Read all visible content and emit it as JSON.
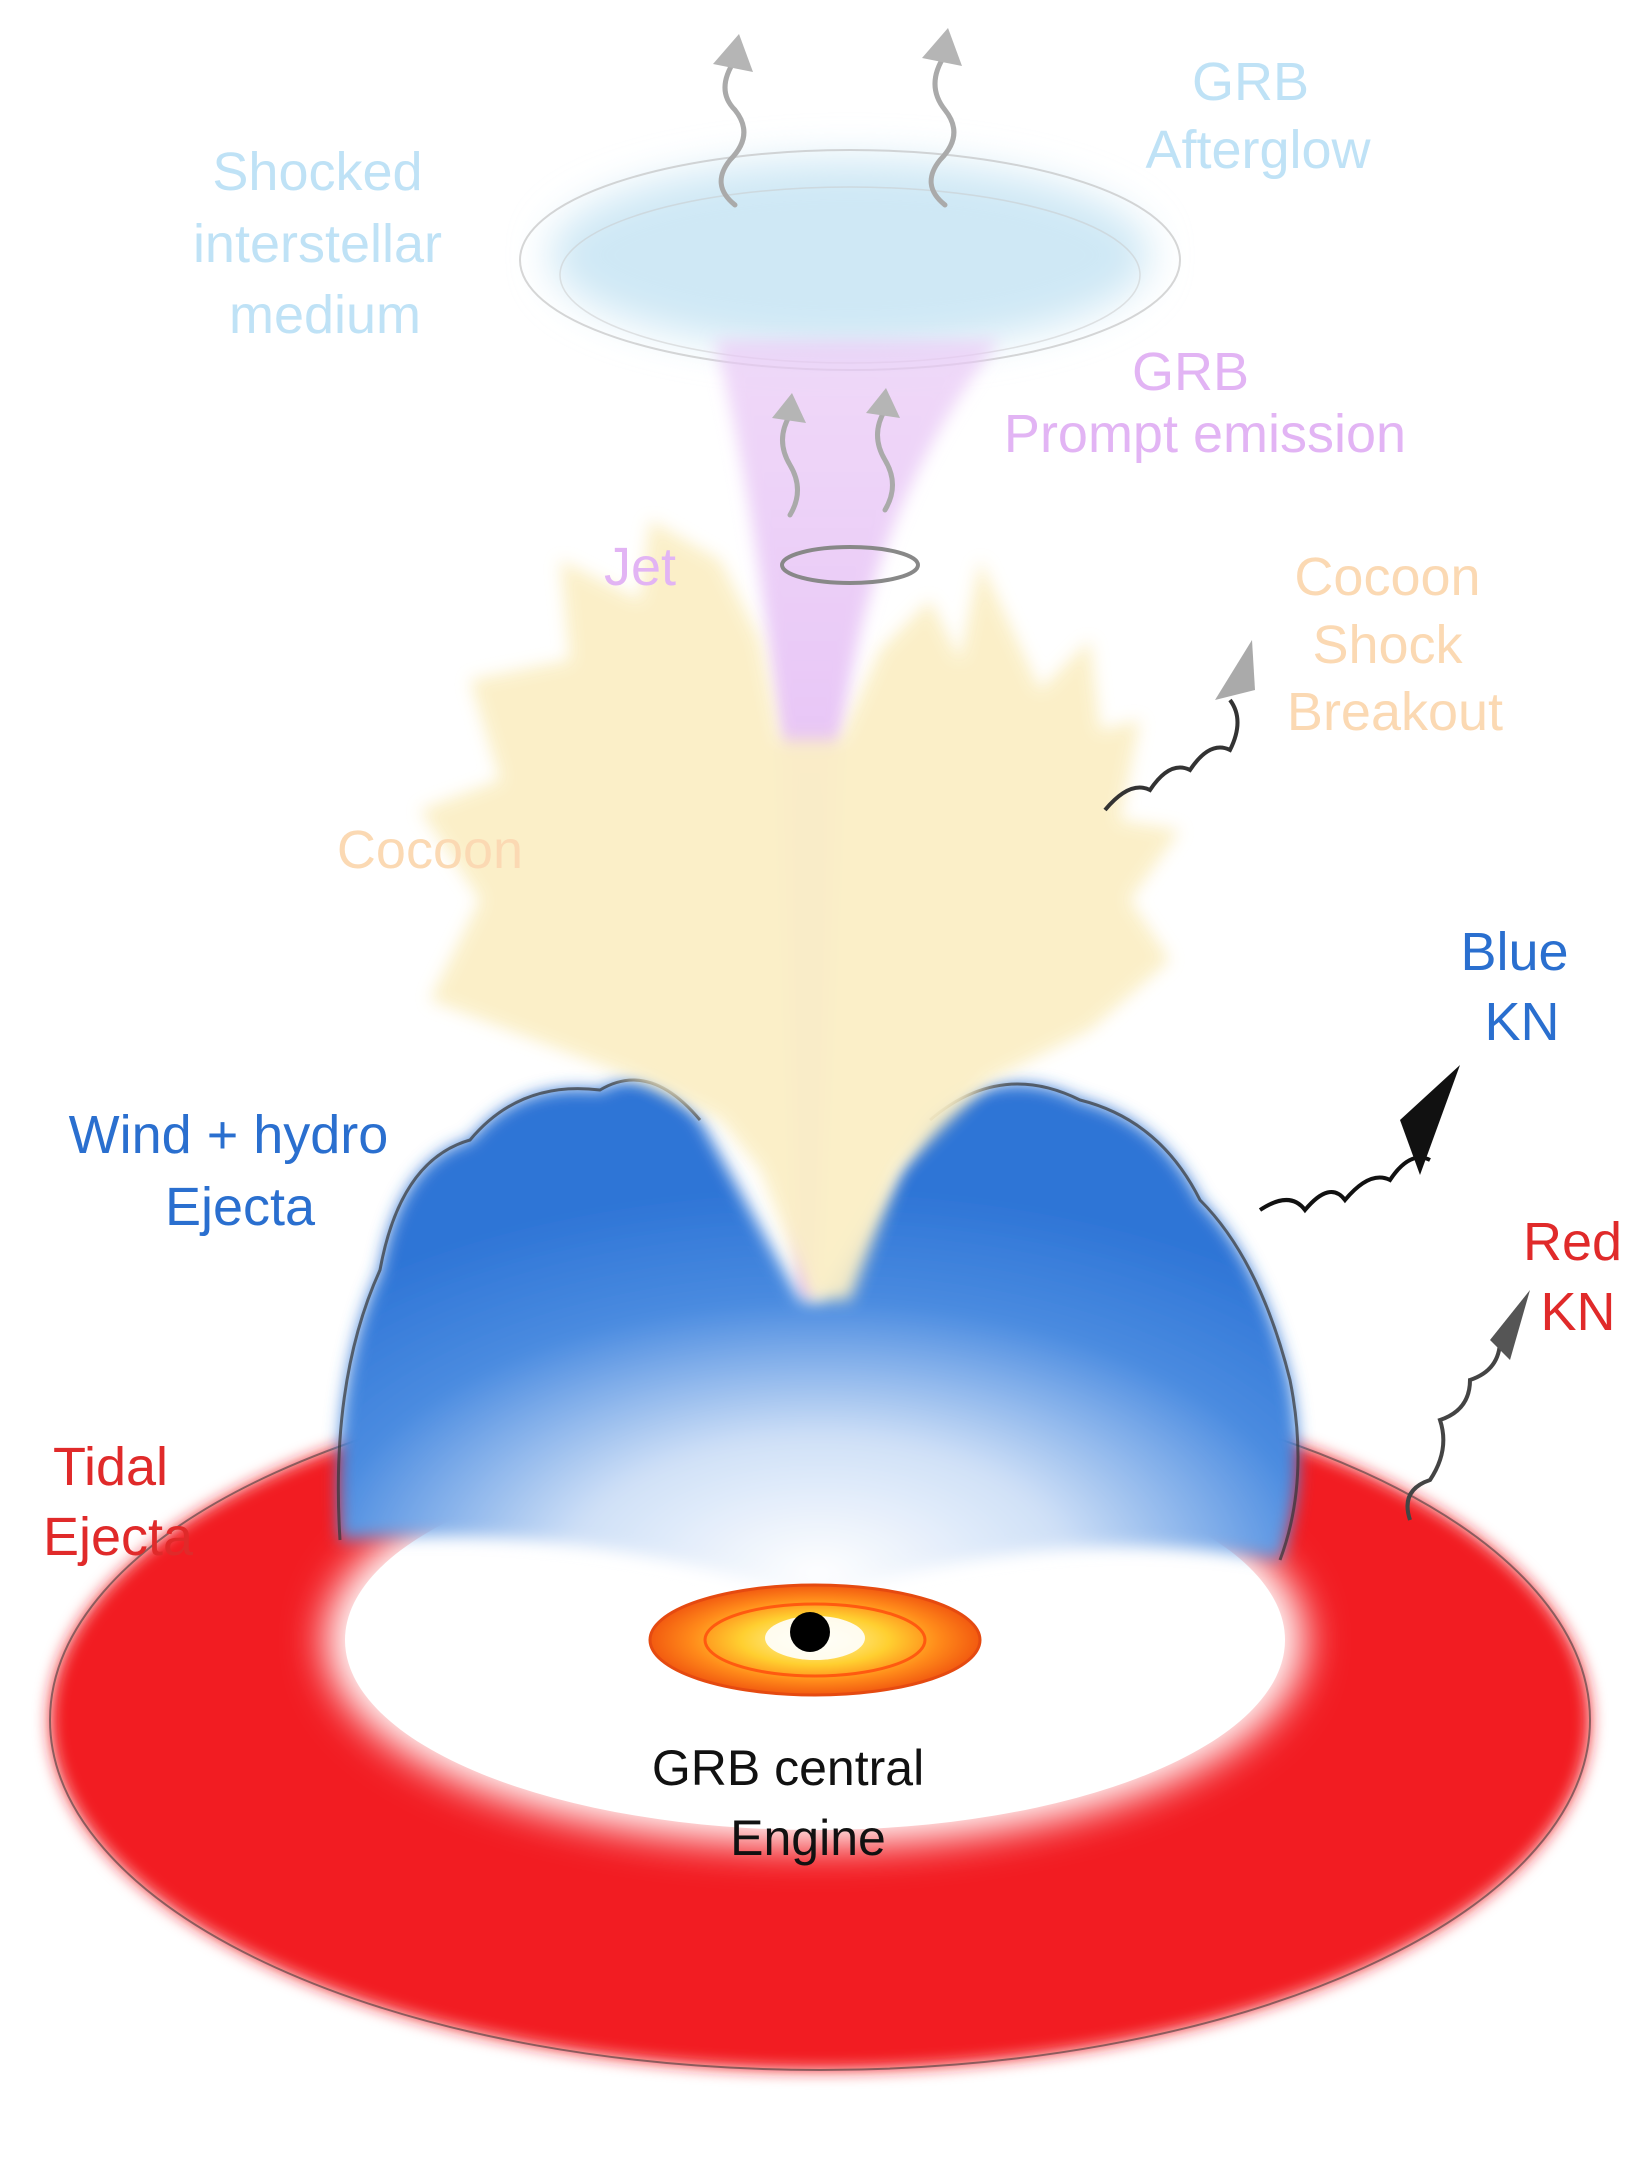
{
  "labels": {
    "shocked_ism": [
      "Shocked",
      "interstellar",
      "medium"
    ],
    "grb_afterglow": [
      "GRB",
      "Afterglow"
    ],
    "grb_prompt": [
      "GRB",
      "Prompt emission"
    ],
    "jet": "Jet",
    "cocoon_breakout": [
      "Cocoon",
      "Shock",
      "Breakout"
    ],
    "cocoon": "Cocoon",
    "blue_kn": [
      "Blue",
      "KN"
    ],
    "wind_ejecta": [
      "Wind + hydro",
      "Ejecta"
    ],
    "red_kn": [
      "Red",
      "KN"
    ],
    "tidal_ejecta": [
      "Tidal",
      "Ejecta"
    ],
    "central_engine": [
      "GRB central",
      "Engine"
    ]
  },
  "colors": {
    "ism": "#cfe8f5",
    "ism_text": "#bfe2f6",
    "jet": "#e6b8f5",
    "jet_text": "#e2b4f4",
    "cocoon": "#fbefc6",
    "cocoon_text": "#fbd9b3",
    "blue_ejecta": "#2f78d9",
    "blue_text": "#2a6fcf",
    "red_ejecta": "#f21c24",
    "red_text": "#e02a2a",
    "engine_disk": "#ff7a1a",
    "engine_text": "#111111"
  },
  "icons": [
    "wavy-arrow-icon",
    "black-hole-icon"
  ]
}
